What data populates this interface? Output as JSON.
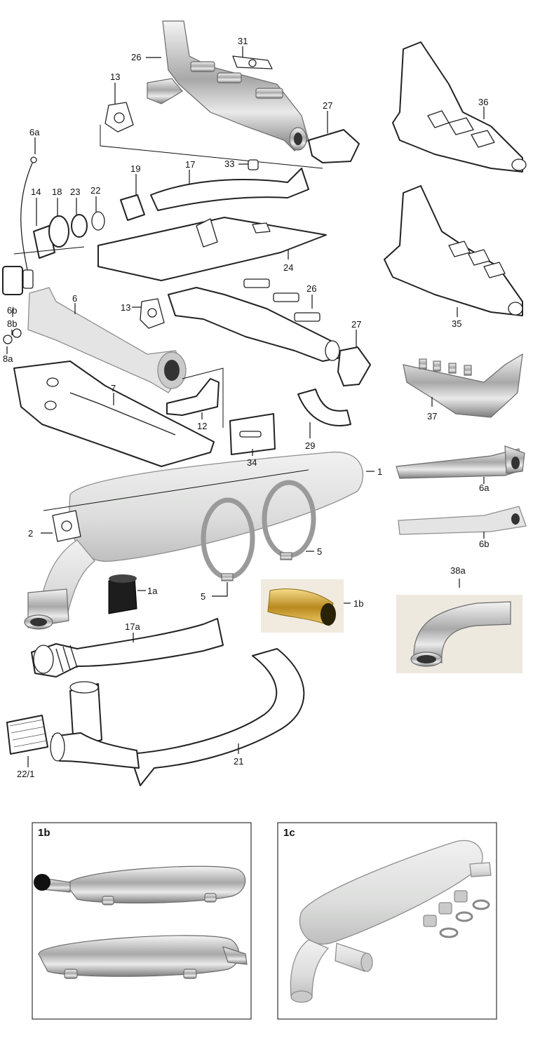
{
  "callouts": {
    "c26_top": "26",
    "c31": "31",
    "c13_top": "13",
    "c27_top": "27",
    "c36": "36",
    "c6a_left": "6a",
    "c19": "19",
    "c17": "17",
    "c33": "33",
    "c14": "14",
    "c18": "18",
    "c23": "23",
    "c22": "22",
    "c24": "24",
    "c35": "35",
    "c6_left": "6",
    "c13_mid": "13",
    "c26_mid": "26",
    "c6b_left": "6b",
    "c8b": "8b",
    "c8a": "8a",
    "c27_mid": "27",
    "c37": "37",
    "c7": "7",
    "c12": "12",
    "c29": "29",
    "c34": "34",
    "c1": "1",
    "c6a_right": "6a",
    "c2": "2",
    "c5_right": "5",
    "c6b_right": "6b",
    "c38a": "38a",
    "c1a": "1a",
    "c5_low": "5",
    "c1b": "1b",
    "c17a": "17a",
    "c21": "21",
    "c22_1": "22/1"
  },
  "insets": [
    {
      "label": "1b"
    },
    {
      "label": "1c"
    }
  ],
  "colors": {
    "line": "#111111",
    "muffler_grey": "#e3e4e3",
    "chrome": "#bdbdbd",
    "gold_tip": "#c9a23a",
    "photo_bg": "#f0eadf"
  }
}
